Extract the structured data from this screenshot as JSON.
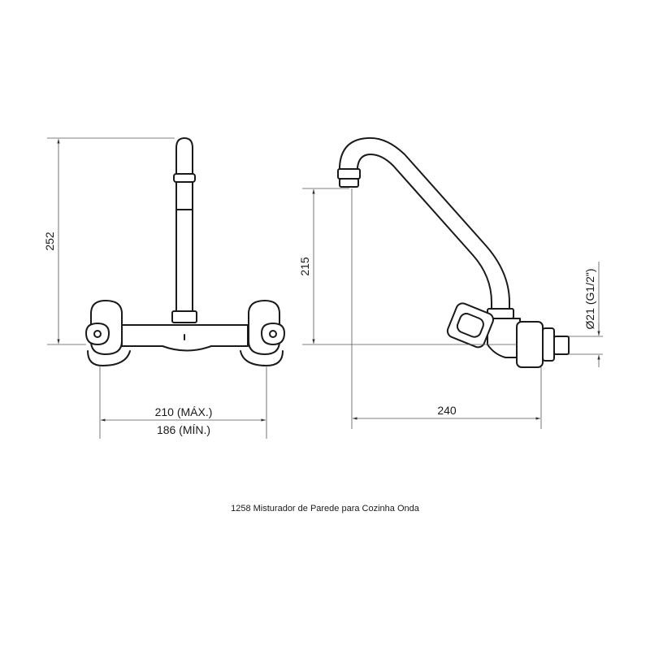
{
  "dimensions": {
    "front_height": "252",
    "width_max": "210 (MÁX.)",
    "width_min": "186 (MÍN.)",
    "side_height": "215",
    "side_reach": "240",
    "connection": "Ø21 (G1/2\")"
  },
  "caption": "1258 Misturador de Parede para Cozinha Onda",
  "colors": {
    "line": "#1a1a1a",
    "dimension_line": "#555555",
    "background": "#ffffff"
  }
}
